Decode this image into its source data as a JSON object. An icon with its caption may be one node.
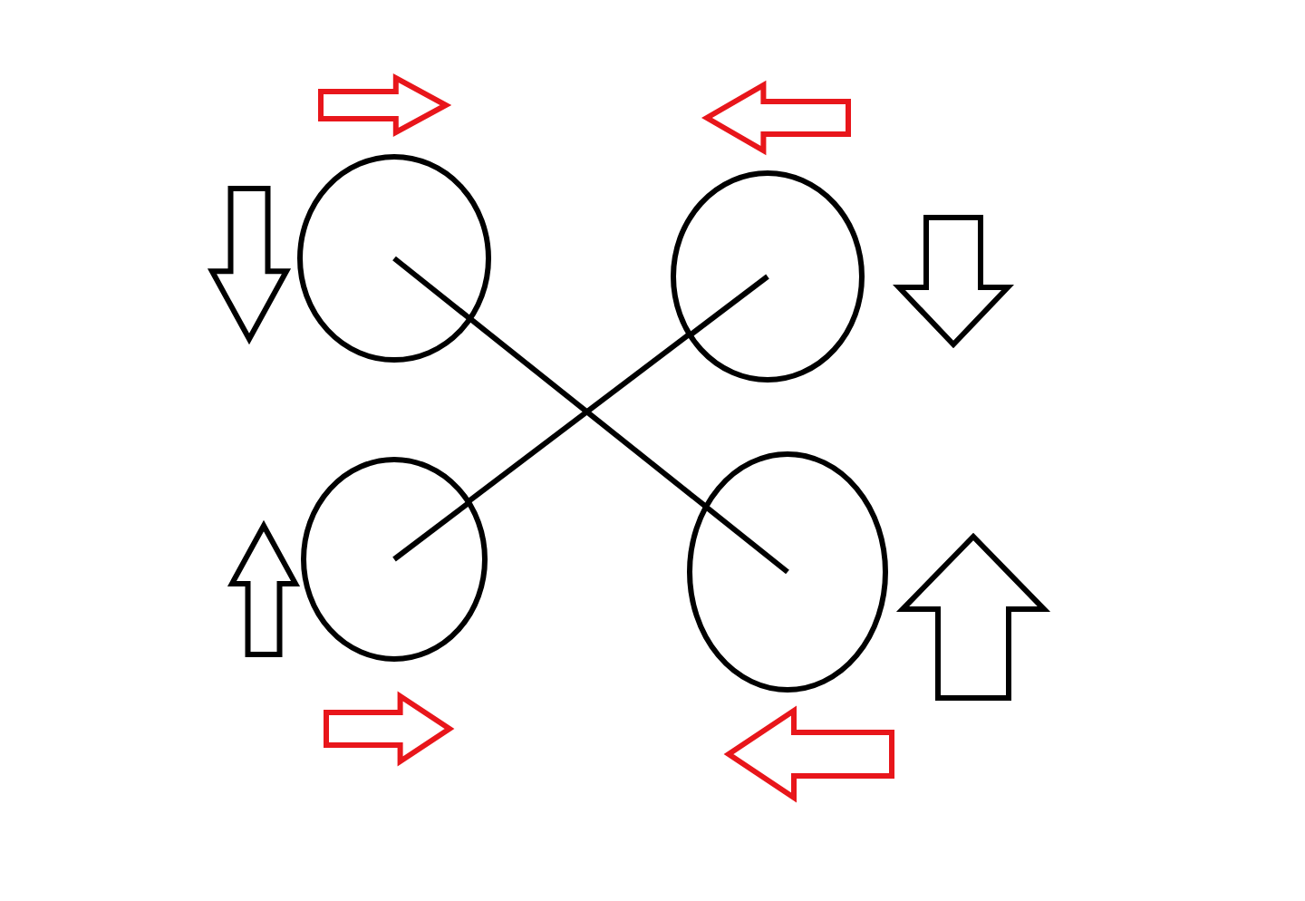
{
  "diagram": {
    "nodes": [
      {
        "text": [],
        "shape": "circle"
      },
      {
        "text": [],
        "shape": "circle"
      },
      {
        "text": [],
        "shape": "circle"
      },
      {
        "text": [],
        "shape": "circle"
      }
    ],
    "edges": [
      {
        "from": 0,
        "to": 3,
        "arrow": "none"
      },
      {
        "from": 1,
        "to": 2,
        "arrow": "none"
      }
    ]
  }
}
